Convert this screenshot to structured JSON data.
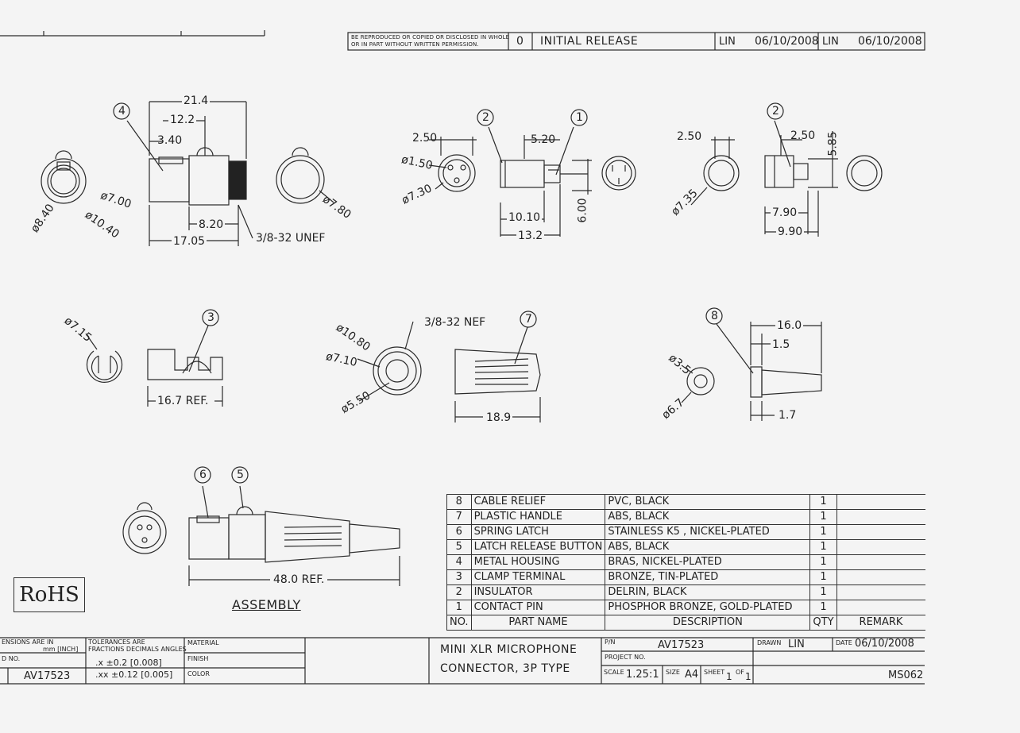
{
  "revision": {
    "notice_lines": [
      "BE REPRODUCED OR COPIED OR DISCLOSED IN WHOLE",
      "OR IN PART WITHOUT WRITTEN PERMISSION."
    ],
    "rev": "0",
    "description": "INITIAL RELEASE",
    "drawn_by": "LIN",
    "drawn_date": "06/10/2008",
    "approved_by": "LIN",
    "approved_date": "06/10/2008"
  },
  "callouts": [
    "1",
    "2",
    "3",
    "4",
    "5",
    "6",
    "7",
    "8"
  ],
  "dimensions": {
    "metal_housing": {
      "d1": "21.4",
      "d2": "12.2",
      "d3": "3.40",
      "d4": "ø7.00",
      "d5": "ø8.40",
      "d6": "ø10.40",
      "d7": "8.20",
      "d8": "17.05",
      "thread": "3/8-32 UNEF",
      "d9": "ø7.80"
    },
    "insulator": {
      "d1": "2.50",
      "d2": "5.20",
      "d3": "ø1.50",
      "d4": "ø7.30",
      "d5": "10.10",
      "d6": "13.2",
      "d7": "6.00"
    },
    "contact": {
      "d1": "2.50",
      "d2": "2.50",
      "d3": "5.85",
      "d4": "ø7.35",
      "d5": "7.90",
      "d6": "9.90"
    },
    "clamp": {
      "d1": "ø7.15",
      "d2": "16.7 REF."
    },
    "handle": {
      "thread": "3/8-32 NEF",
      "d1": "ø10.80",
      "d2": "ø7.10",
      "d3": "ø5.50",
      "d4": "18.9"
    },
    "relief": {
      "d1": "16.0",
      "d2": "1.5",
      "d3": "ø3.5",
      "d4": "ø6.7",
      "d5": "1.7"
    },
    "assembly": {
      "d1": "48.0 REF."
    }
  },
  "labels": {
    "rohs": "RoHS",
    "assembly": "ASSEMBLY"
  },
  "bom": {
    "rows": [
      {
        "no": "8",
        "part": "CABLE RELIEF",
        "desc": "PVC, BLACK",
        "qty": "1",
        "remark": ""
      },
      {
        "no": "7",
        "part": "PLASTIC HANDLE",
        "desc": "ABS, BLACK",
        "qty": "1",
        "remark": ""
      },
      {
        "no": "6",
        "part": "SPRING LATCH",
        "desc": "STAINLESS K5 , NICKEL-PLATED",
        "qty": "1",
        "remark": ""
      },
      {
        "no": "5",
        "part": "LATCH RELEASE BUTTON",
        "desc": "ABS, BLACK",
        "qty": "1",
        "remark": ""
      },
      {
        "no": "4",
        "part": "METAL HOUSING",
        "desc": "BRAS, NICKEL-PLATED",
        "qty": "1",
        "remark": ""
      },
      {
        "no": "3",
        "part": "CLAMP TERMINAL",
        "desc": "BRONZE, TIN-PLATED",
        "qty": "1",
        "remark": ""
      },
      {
        "no": "2",
        "part": "INSULATOR",
        "desc": "DELRIN, BLACK",
        "qty": "1",
        "remark": ""
      },
      {
        "no": "1",
        "part": "CONTACT PIN",
        "desc": "PHOSPHOR BRONZE, GOLD-PLATED",
        "qty": "1",
        "remark": ""
      }
    ],
    "header": {
      "no": "NO.",
      "part": "PART NAME",
      "desc": "DESCRIPTION",
      "qty": "QTY",
      "remark": "REMARK"
    }
  },
  "title_block": {
    "dims_note_1": "ENSIONS ARE IN",
    "dims_note_2": "mm [INCH]",
    "dno_label": "D NO.",
    "dno_value": "AV17523",
    "tol_label_1": "TOLERANCES ARE",
    "tol_label_2": "FRACTIONS DECIMALS ANGLES",
    "tol_1": ".x  ±0.2   [0.008]",
    "tol_2": ".xx ±0.12  [0.005]",
    "material_label": "MATERIAL",
    "finish_label": "FINISH",
    "color_label": "COLOR",
    "title_1": "MINI XLR MICROPHONE",
    "title_2": "CONNECTOR, 3P TYPE",
    "pn_label": "P/N",
    "pn_value": "AV17523",
    "drawn_label": "DRAWN",
    "drawn_value": "LIN",
    "date_label": "DATE",
    "date_value": "06/10/2008",
    "project_label": "PROJECT NO.",
    "scale_label": "SCALE",
    "scale_value": "1.25:1",
    "size_label": "SIZE",
    "size_value": "A4",
    "sheet_label": "SHEET",
    "sheet_value": "1",
    "of_label": "OF",
    "of_value": "1",
    "code": "MS062"
  }
}
